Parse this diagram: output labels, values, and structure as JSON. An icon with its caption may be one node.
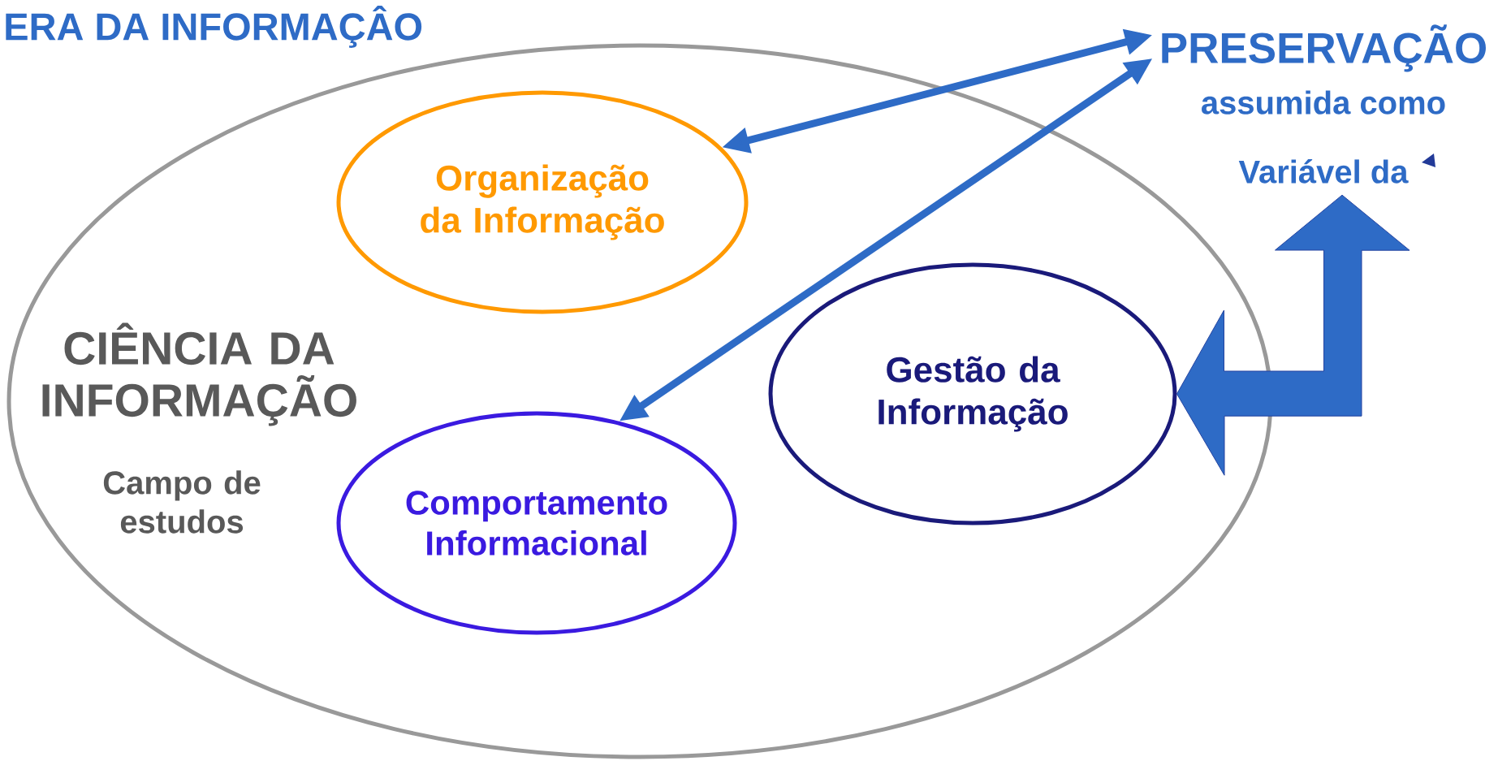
{
  "diagram": {
    "title": "ERA DA INFORMAÇÂO",
    "nodes": [
      {
        "text": [
          "CIÊNCIA DA INFORMAÇÃO",
          "Campo de estudos"
        ]
      },
      {
        "text": [
          "Organização da Informação"
        ],
        "in": 0
      },
      {
        "text": [
          "Comportamento Informacional"
        ],
        "in": 0
      },
      {
        "text": [
          "Gestão da Informação"
        ],
        "in": 0
      },
      {
        "text": [
          "PRESERVAÇÃO",
          "assumida como Variável da"
        ]
      }
    ],
    "edges": [
      {
        "from": 4,
        "to": 1,
        "arrow": "both"
      },
      {
        "from": 4,
        "to": 2,
        "arrow": "both"
      },
      {
        "from": 4,
        "to": 3,
        "arrow": "both",
        "style": "thick"
      }
    ]
  }
}
